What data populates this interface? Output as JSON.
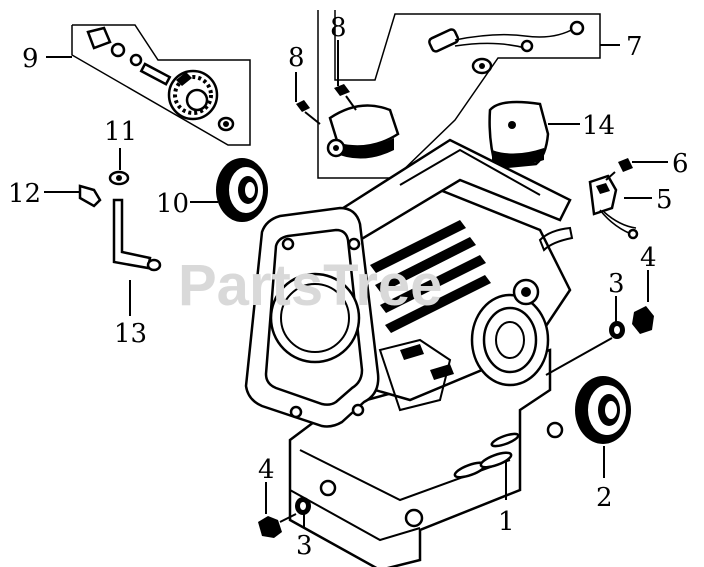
{
  "watermark": "PartsTree",
  "callouts": {
    "c1": "1",
    "c2": "2",
    "c3a": "3",
    "c3b": "3",
    "c4a": "4",
    "c4b": "4",
    "c5": "5",
    "c6": "6",
    "c7": "7",
    "c8a": "8",
    "c8b": "8",
    "c9": "9",
    "c10": "10",
    "c11": "11",
    "c12": "12",
    "c13": "13",
    "c14": "14"
  }
}
